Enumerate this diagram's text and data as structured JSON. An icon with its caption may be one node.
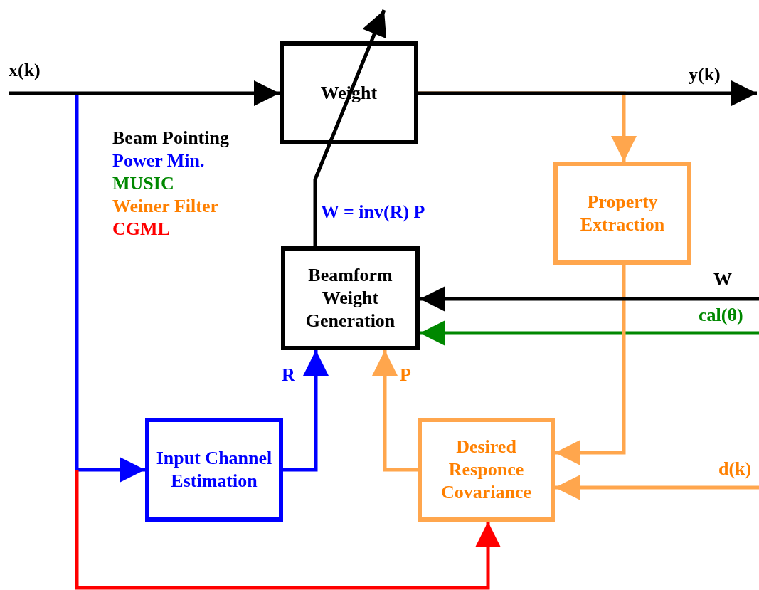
{
  "diagram": {
    "nodes": [
      {
        "text": [
          "Weight"
        ]
      },
      {
        "text": [
          "Property Extraction"
        ]
      },
      {
        "text": [
          "Beamform Weight Generation"
        ]
      },
      {
        "text": [
          "Input Channel Estimation"
        ]
      },
      {
        "text": [
          "Desired Responce Covariance"
        ]
      }
    ],
    "edges": [
      {
        "from": null,
        "to": 0,
        "arrow": "to",
        "label": "x(k)"
      },
      {
        "from": 0,
        "to": null,
        "arrow": "to",
        "label": "y(k)"
      },
      {
        "from": 0,
        "to": 1,
        "arrow": "to",
        "color": "#ffa64d"
      },
      {
        "from": 2,
        "to": null,
        "arrow": "to"
      },
      {
        "from": null,
        "to": 2,
        "arrow": "to",
        "label": "W"
      },
      {
        "from": null,
        "to": 2,
        "arrow": "to",
        "label": "cal(θ)",
        "color": "#008800"
      },
      {
        "from": null,
        "to": 3,
        "arrow": "to",
        "color": "#0000ff"
      },
      {
        "from": 3,
        "to": 2,
        "arrow": "to",
        "label": "R",
        "color": "#0000ff"
      },
      {
        "from": 4,
        "to": 2,
        "arrow": "to",
        "label": "P",
        "color": "#ffa64d"
      },
      {
        "from": 1,
        "to": 4,
        "arrow": "to",
        "color": "#ffa64d"
      },
      {
        "from": null,
        "to": 4,
        "arrow": "to",
        "label": "d(k)",
        "color": "#ffa64d"
      },
      {
        "from": null,
        "to": 4,
        "arrow": "to",
        "color": "#ff0000"
      }
    ],
    "labels": [
      "W = inv(R) P"
    ],
    "legend": [
      {
        "text": "Beam Pointing",
        "color": "#000000"
      },
      {
        "text": "Power Min.",
        "color": "#0000ff"
      },
      {
        "text": "MUSIC",
        "color": "#008800"
      },
      {
        "text": "Weiner Filter",
        "color": "#ff8000"
      },
      {
        "text": "CGML",
        "color": "#ff0000"
      }
    ]
  }
}
